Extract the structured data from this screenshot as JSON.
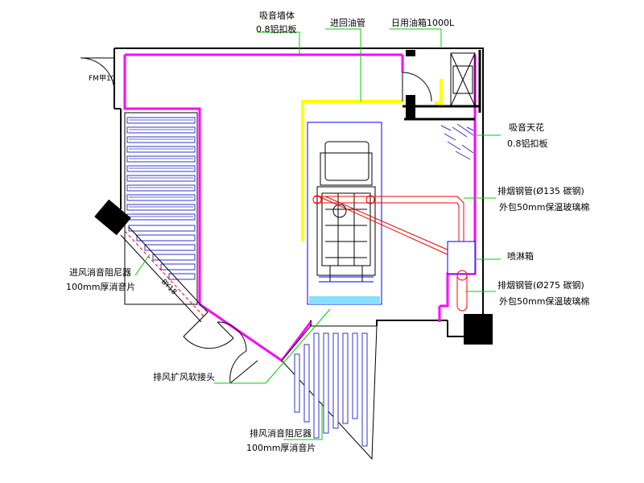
{
  "colors": {
    "wall": "#ff00ff",
    "structure": "#000000",
    "fuel_pipe": "#ffff00",
    "exhaust_pipe": "#ff0000",
    "engine": "#0000ff",
    "baffle": "#3333cc",
    "leader": "#00cc00",
    "fill": "#000000"
  },
  "icons": {
    "door": "door-swing-arc",
    "baffle": "hatched-silencer-panel",
    "damper": "black-square-fan"
  },
  "labels": {
    "wall_absorb_1": "吸音墙体",
    "wall_absorb_2": "0.8铝扣板",
    "fuel_return": "进回油管",
    "day_tank": "日用油箱1000L",
    "fm_label": "FM甲10",
    "ceiling_absorb_1": "吸音天花",
    "ceiling_absorb_2": "0.8铝扣板",
    "exhaust_pipe_135_1": "排烟钢管(Ø135 碳钢)",
    "exhaust_pipe_135_2": "外包50mm保温玻璃棉",
    "spray_box": "喷淋箱",
    "exhaust_pipe_275_1": "排烟钢管(Ø275 碳钢)",
    "exhaust_pipe_275_2": "外包50mm保温玻璃棉",
    "intake_silencer_1": "进风消音阻尼器",
    "intake_silencer_2": "100mm厚消音片",
    "by18": "BY18",
    "exhaust_flex": "排风扩风软接头",
    "exhaust_silencer_1": "排风消音阻尼器",
    "exhaust_silencer_2": "100mm厚消音片"
  }
}
